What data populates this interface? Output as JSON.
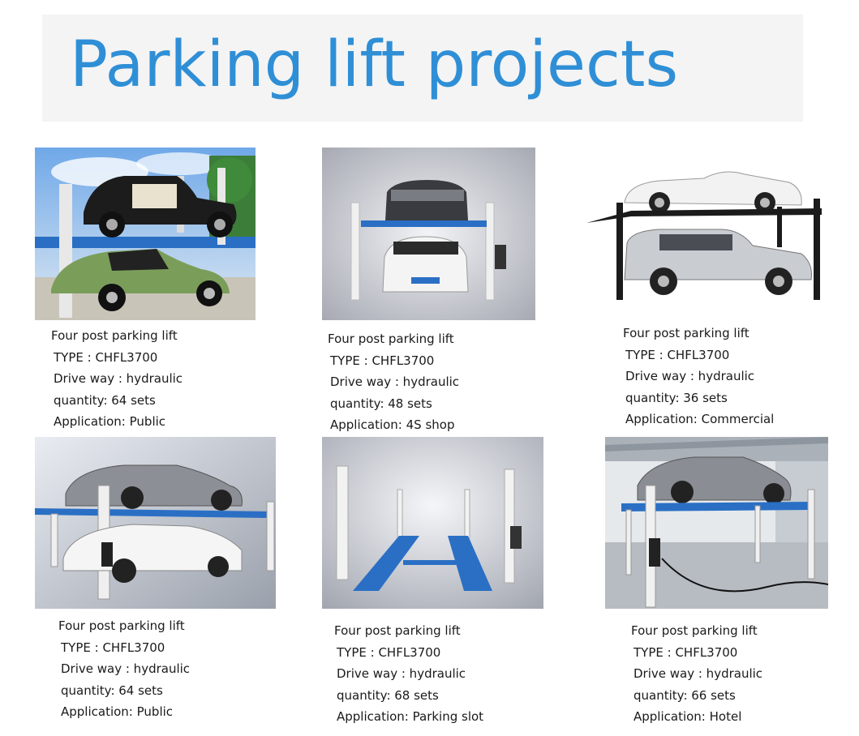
{
  "title": "Parking lift projects",
  "projects": [
    {
      "photo": "lift-with-vintage-cars-photo",
      "name": "Four post parking lift",
      "type": "TYPE : CHFL3700",
      "drive": "Drive way :   hydraulic",
      "quantity": "quantity: 64 sets",
      "application": "Application: Public"
    },
    {
      "photo": "lift-with-sedans-photo",
      "name": "Four post parking lift",
      "type": "TYPE : CHFL3700",
      "drive": "Drive way :   hydraulic",
      "quantity": "quantity: 48 sets",
      "application": "Application: 4S shop"
    },
    {
      "photo": "lift-with-convertible-and-suv-photo",
      "name": "Four post parking lift",
      "type": "TYPE : CHFL3700",
      "drive": "Drive way :   hydraulic",
      "quantity": "quantity: 36 sets",
      "application": "Application: Commercial"
    },
    {
      "photo": "lift-with-grey-and-white-cars-photo",
      "name": "Four post parking lift",
      "type": "TYPE : CHFL3700",
      "drive": "Drive way :   hydraulic",
      "quantity": "quantity: 64 sets",
      "application": "Application: Public"
    },
    {
      "photo": "empty-four-post-lift-photo",
      "name": "Four post parking lift",
      "type": "TYPE : CHFL3700",
      "drive": "Drive way :   hydraulic",
      "quantity": "quantity: 68 sets",
      "application": "Application: Parking slot"
    },
    {
      "photo": "lift-in-warehouse-photo",
      "name": "Four post parking lift",
      "type": "TYPE : CHFL3700",
      "drive": "Drive way :   hydraulic",
      "quantity": "quantity: 66 sets",
      "application": "Application: Hotel"
    }
  ],
  "colors": {
    "title": "#2f8fd6",
    "banner": "#f4f4f4",
    "lift_blue": "#2a6fc4",
    "text": "#1a1a1a"
  }
}
